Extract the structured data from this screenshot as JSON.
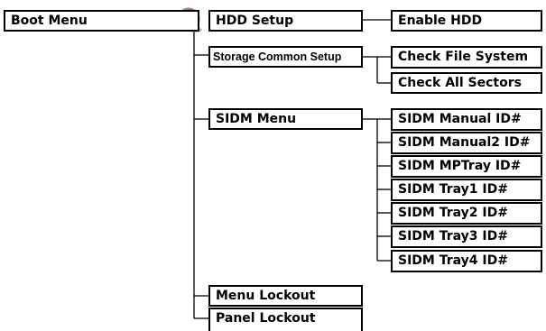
{
  "root": {
    "label": "Boot Menu",
    "icon": "prohibited-icon"
  },
  "hdd_setup": {
    "label": "HDD Setup",
    "children": [
      "Enable HDD"
    ]
  },
  "storage_common_setup": {
    "label": "Storage Common Setup",
    "children": [
      "Check File System",
      "Check All Sectors"
    ]
  },
  "sidm_menu": {
    "label": "SIDM Menu",
    "children": [
      "SIDM Manual ID#",
      "SIDM Manual2 ID#",
      "SIDM MPTray ID#",
      "SIDM Tray1 ID#",
      "SIDM Tray2 ID#",
      "SIDM Tray3 ID#",
      "SIDM Tray4 ID#"
    ]
  },
  "menu_lockout": {
    "label": "Menu Lockout"
  },
  "panel_lockout": {
    "label": "Panel Lockout"
  },
  "colors": {
    "line": "#000000",
    "icon_red": "#e0001b",
    "icon_gray": "#8a8a8a"
  }
}
